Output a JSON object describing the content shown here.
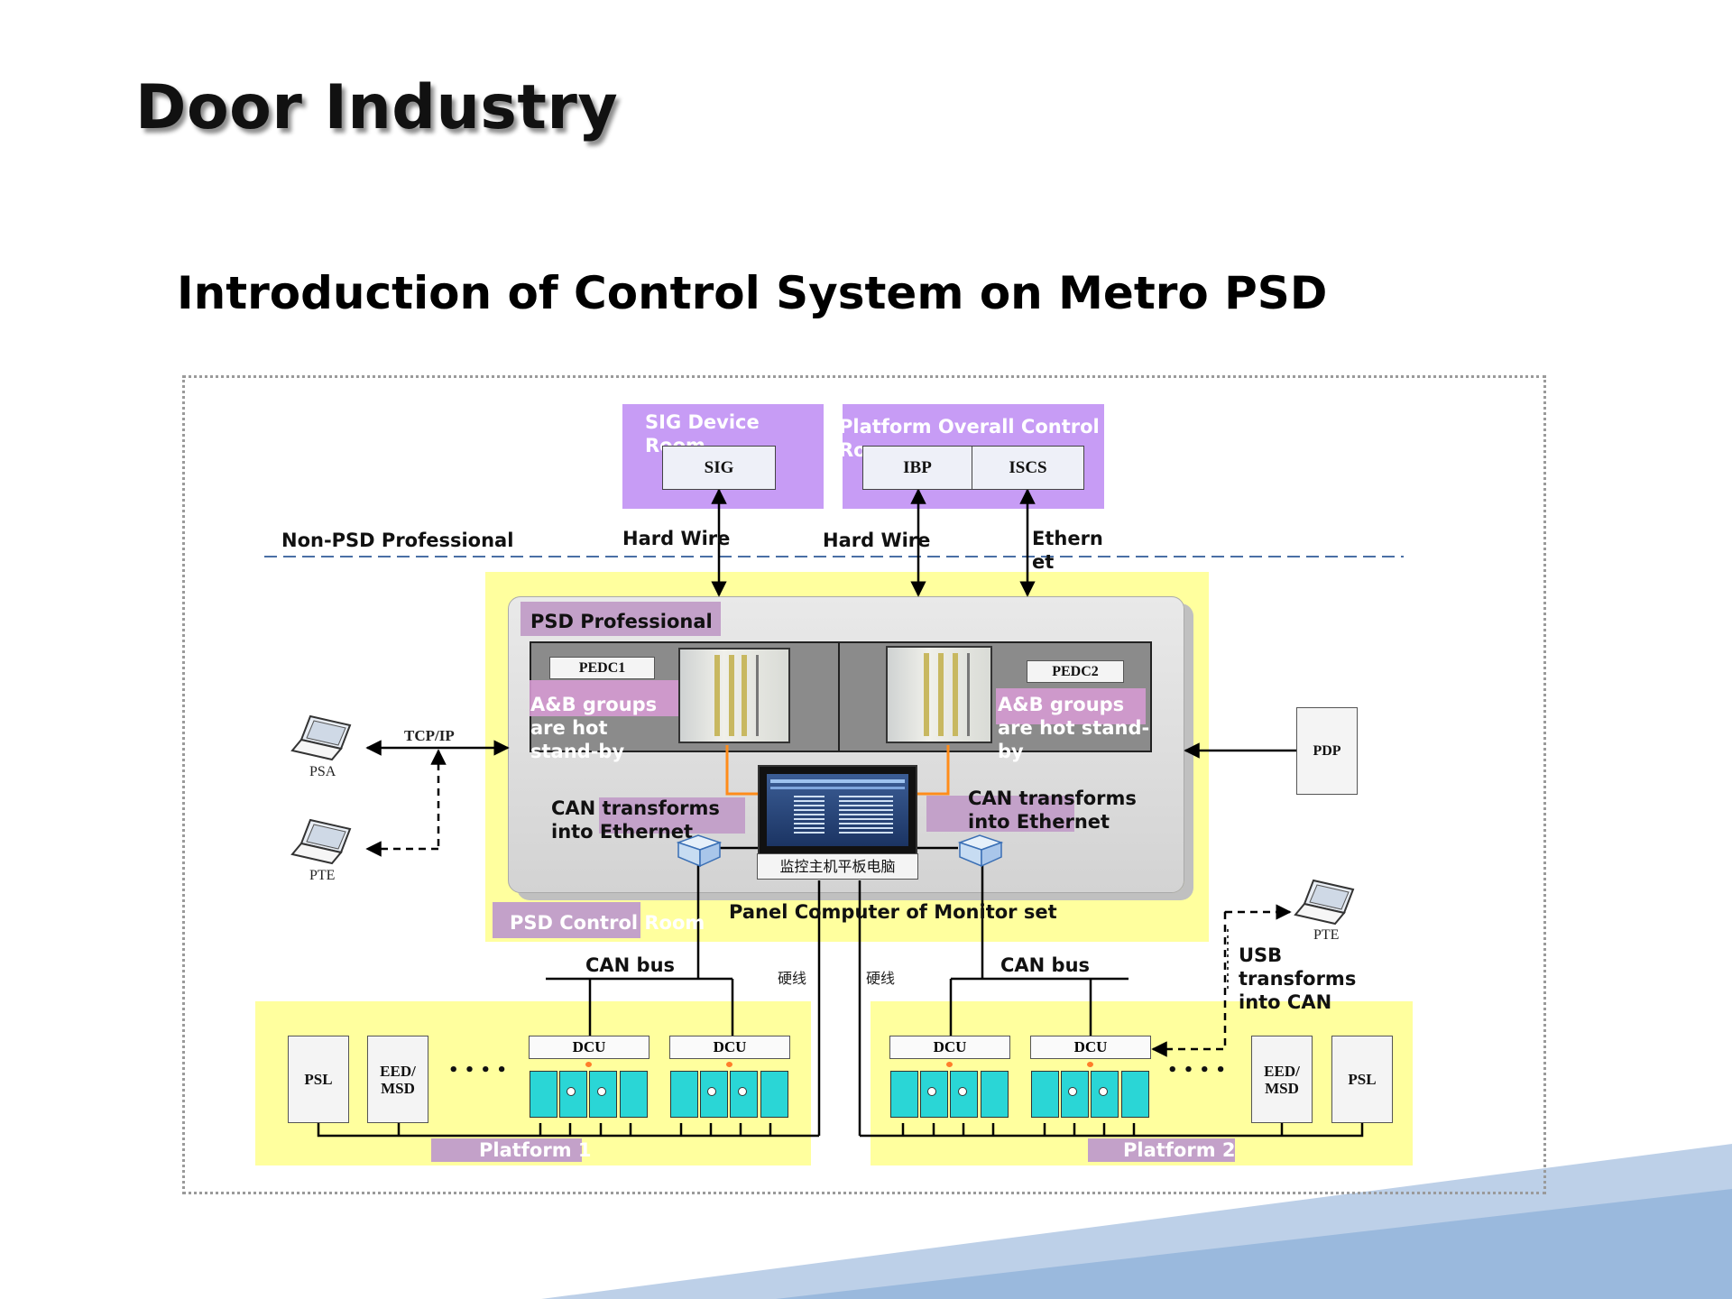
{
  "slide": {
    "title": "Door Industry",
    "subtitle": "Introduction of Control System on Metro PSD"
  },
  "top_rooms": {
    "sig_room": {
      "label": "SIG Device Room",
      "device": "SIG"
    },
    "platform_room": {
      "label": "Platform Overall Control Room",
      "devices": [
        "IBP",
        "ISCS"
      ]
    }
  },
  "links": {
    "hard_wire_1": "Hard Wire",
    "hard_wire_2": "Hard Wire",
    "ethernet": "Ethernet",
    "tcpip": "TCP/IP",
    "can_bus_left": "CAN bus",
    "can_bus_right": "CAN bus",
    "hardwire_cn_left": "硬线",
    "hardwire_cn_right": "硬线"
  },
  "zones": {
    "non_psd": "Non-PSD Professional",
    "psd_professional": "PSD Professional",
    "psd_control_room": "PSD Control Room",
    "panel_computer": "Panel Computer of Monitor set",
    "monitor_caption": "监控主机平板电脑"
  },
  "controllers": {
    "pedc1": "PEDC1",
    "pedc2": "PEDC2",
    "ab_left": "A&B groups are hot stand-by",
    "ab_right": "A&B groups are hot stand-by",
    "can_eth_left": "CAN transforms into Ethernet",
    "can_eth_right": "CAN transforms into Ethernet"
  },
  "peripherals": {
    "psa": "PSA",
    "pte_left": "PTE",
    "pte_right": "PTE",
    "pdp": "PDP",
    "usb_can": "USB transforms into CAN"
  },
  "platform1": {
    "label": "Platform 1",
    "psl": "PSL",
    "eed": "EED/\nMSD",
    "dots": "• • • •",
    "dcu": [
      "DCU",
      "DCU"
    ]
  },
  "platform2": {
    "label": "Platform 2",
    "psl": "PSL",
    "eed": "EED/\nMSD",
    "dots": "• • • •",
    "dcu": [
      "DCU",
      "DCU"
    ]
  },
  "colors": {
    "yellow_zone": "#ffff9e",
    "purple_room": "#c79cf5",
    "pink_tag": "#d59ad2",
    "door_cyan": "#2ad6d6",
    "dash_line": "#4a6fa5",
    "orange_link": "#ff8c1a"
  }
}
